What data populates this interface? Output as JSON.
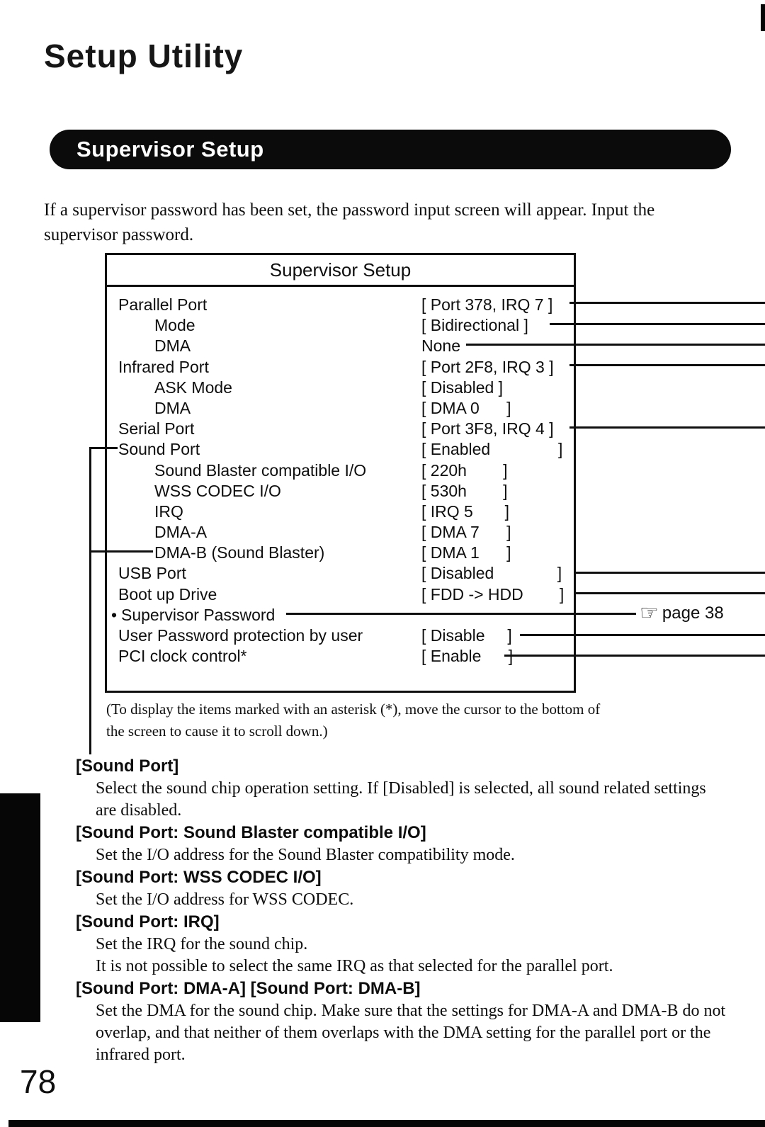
{
  "page": {
    "title": "Setup Utility",
    "intro": "If a supervisor password has been set, the password input screen will appear. Input the supervisor password.",
    "page_number": "78"
  },
  "banner": {
    "label": "Supervisor Setup"
  },
  "setup_screen": {
    "title": "Supervisor Setup",
    "rows": [
      {
        "label": "Parallel Port",
        "value": "[ Port 378, IRQ 7 ]",
        "indent": 0,
        "callout": "right"
      },
      {
        "label": "Mode",
        "value": "[ Bidirectional ]",
        "indent": 1,
        "callout": "right"
      },
      {
        "label": "DMA",
        "value": "None",
        "indent": 1,
        "callout": "right"
      },
      {
        "label": "Infrared Port",
        "value": "[ Port 2F8, IRQ 3 ]",
        "indent": 0,
        "callout": "right"
      },
      {
        "label": "ASK Mode",
        "value": "[ Disabled ]",
        "indent": 1,
        "callout": "none"
      },
      {
        "label": "DMA",
        "value": "[ DMA 0      ]",
        "indent": 1,
        "callout": "none"
      },
      {
        "label": "Serial Port",
        "value": "[ Port 3F8, IRQ 4 ]",
        "indent": 0,
        "callout": "right"
      },
      {
        "label": "Sound Port",
        "value": "[ Enabled               ]",
        "indent": 0,
        "callout": "left-connector"
      },
      {
        "label": "Sound Blaster compatible I/O",
        "value": "[ 220h        ]",
        "indent": 1,
        "callout": "none"
      },
      {
        "label": "WSS CODEC I/O",
        "value": "[ 530h        ]",
        "indent": 1,
        "callout": "none"
      },
      {
        "label": "IRQ",
        "value": "[ IRQ 5       ]",
        "indent": 1,
        "callout": "none"
      },
      {
        "label": "DMA-A",
        "value": "[ DMA 7      ]",
        "indent": 1,
        "callout": "none"
      },
      {
        "label": "DMA-B (Sound Blaster)",
        "value": "[ DMA 1      ]",
        "indent": 1,
        "callout": "left-connector"
      },
      {
        "label": "USB Port",
        "value": "[ Disabled              ]",
        "indent": 0,
        "callout": "right"
      },
      {
        "label": "Boot up Drive",
        "value": "[ FDD -> HDD        ]",
        "indent": 0,
        "callout": "right"
      },
      {
        "label": "Supervisor Password",
        "bullet": "•",
        "value": "",
        "indent": 0,
        "callout": "page-ref"
      },
      {
        "label": "User Password protection by user",
        "value": "[ Disable     ]",
        "indent": 0,
        "callout": "right"
      },
      {
        "label": "PCI clock control*",
        "value": "[ Enable      ]",
        "indent": 0,
        "callout": "right"
      }
    ],
    "note": "(To display the items marked with an asterisk (*), move the cursor to the bottom of the screen to cause it to scroll down.)",
    "page_ref": {
      "hand_icon": "☞",
      "text": "page 38"
    }
  },
  "sections": [
    {
      "heading": "[Sound Port]",
      "paragraphs": [
        "Select the sound chip operation setting. If [Disabled] is selected, all sound related settings are disabled."
      ]
    },
    {
      "heading": "[Sound Port: Sound Blaster compatible I/O]",
      "paragraphs": [
        "Set the I/O address for the Sound Blaster compatibility mode."
      ]
    },
    {
      "heading": "[Sound Port: WSS CODEC I/O]",
      "paragraphs": [
        "Set the I/O address for WSS CODEC."
      ]
    },
    {
      "heading": "[Sound Port: IRQ]",
      "paragraphs": [
        "Set the IRQ for the sound chip.",
        "It is not possible to select the same IRQ as that selected for the parallel port."
      ]
    },
    {
      "heading": "[Sound Port: DMA-A] [Sound Port: DMA-B]",
      "paragraphs": [
        "Set the DMA for the sound chip. Make sure that the settings for DMA-A and DMA-B do not overlap, and that neither of them overlaps with the DMA setting for the parallel port or the infrared port."
      ]
    }
  ]
}
